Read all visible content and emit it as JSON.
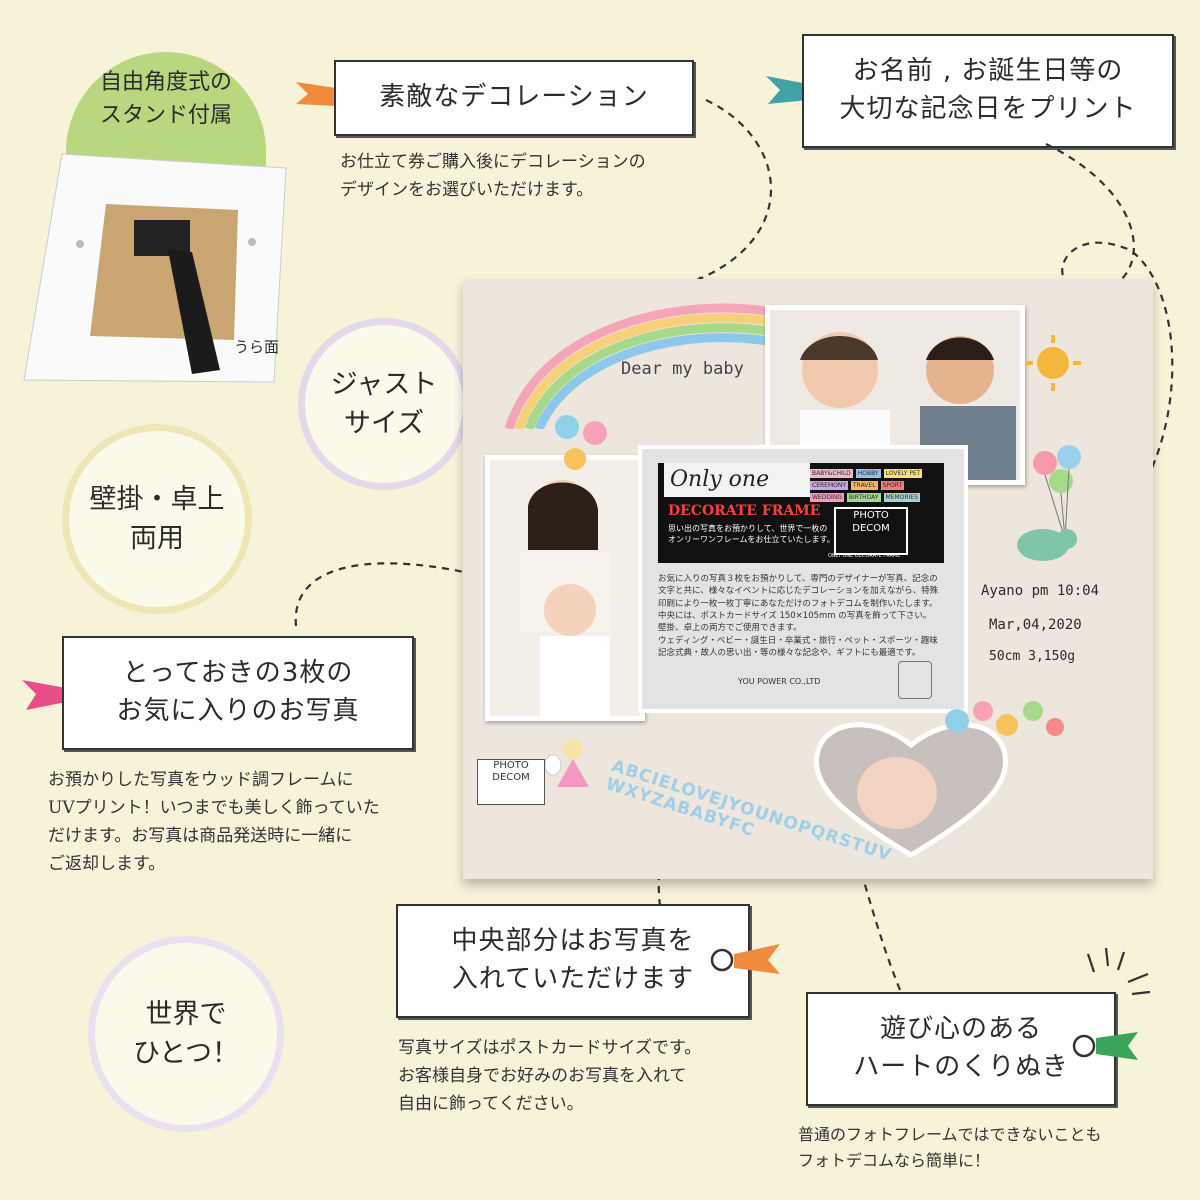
{
  "stand": {
    "title": "自由角度式の\nスタンド付属",
    "back_label": "うら面"
  },
  "decoration": {
    "title": "素敵なデコレーション",
    "note": "お仕立て券ご購入後にデコレーションの\nデザインをお選びいただけます。"
  },
  "print": {
    "title": "お名前 , お誕生日等の\n大切な記念日をプリント"
  },
  "photos3": {
    "title": "とっておきの3枚の\nお気に入りのお写真",
    "note": "お預かりした写真をウッド調フレームに\nUVプリント！いつまでも美しく飾っていた\nだけます。お写真は商品発送時に一緒に\nご返却します。"
  },
  "center": {
    "title": "中央部分はお写真を\n入れていただけます",
    "note": "写真サイズはポストカードサイズです。\nお客様自身でお好みのお写真を入れて\n自由に飾ってください。"
  },
  "heart": {
    "title": "遊び心のある\nハートのくりぬき",
    "note": "普通のフォトフレームではできないことも\nフォトデコムなら簡単に！"
  },
  "circles": {
    "just_size": "ジャスト\nサイズ",
    "wall_desk": "壁掛・卓上\n両用",
    "only_one": "世界で\nひとつ！"
  },
  "frame": {
    "dear": "Dear my baby",
    "name_line": "Ayano pm 10:04",
    "date_line": "Mar,04,2020",
    "size_line": "50cm 3,150g",
    "letters": "ABCIELOVEJYOUNOPQRSTUVWXYZABABYFC",
    "card": {
      "only_one": "Only one",
      "decorate": "DECORATE FRAME",
      "tags": [
        "BABY&CHILD",
        "HOBBY",
        "LOVELY PET",
        "CEREMONY",
        "TRAVEL",
        "SPORT",
        "WEDDING",
        "BIRTHDAY",
        "MEMORIES"
      ],
      "sub": "思い出の写真をお預かりして、世界で一枚の\nオンリーワンフレームをお仕立ていたします。",
      "body": "お気に入りの写真３枚をお預かりして、専門のデザイナーが写真、記念の\n文字と共に、様々なイベントに応じたデコレーションを加えながら、特殊\n印刷により一枚一枚丁寧にあなただけのフォトデコムを制作いたします。\n中央には、ポストカードサイズ 150×105mm の写真を飾って下さい。\n壁掛、卓上の両方でご使用できます。\nウェディング・ベビー・誕生日・卒業式・旅行・ペット・スポーツ・趣味\n記念式典・故人の思い出・等の様々な記念や、ギフトにも最適です。",
      "company": "YOU POWER CO.,LTD",
      "logo_top": "PHOTO",
      "logo_bottom": "DECOM",
      "logo_sub": "ONLY ONE DECORATE FRAME"
    }
  },
  "colors": {
    "background": "#f6f3d9",
    "stand_circle": "#b9d77f",
    "tag_orange": "#f08a3c",
    "tag_teal": "#3fa3a8",
    "tag_pink": "#e84d8a",
    "tag_green": "#3aa55a"
  }
}
